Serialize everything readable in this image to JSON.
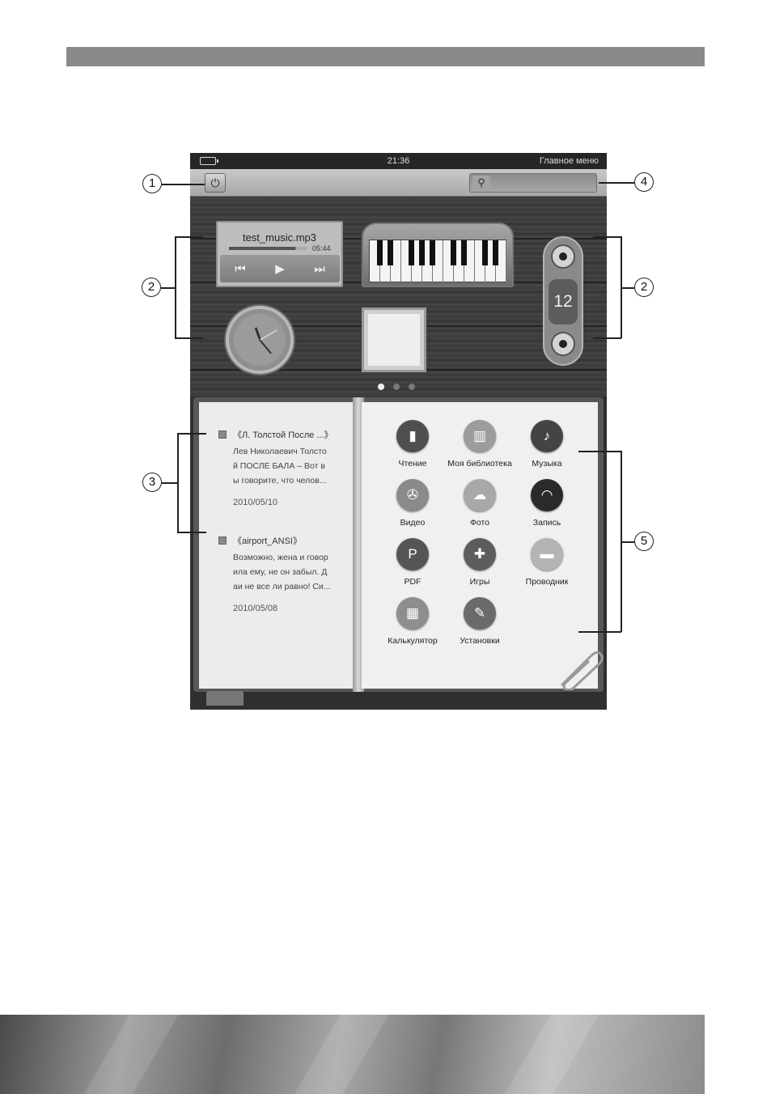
{
  "status": {
    "time": "21:36",
    "menu_title": "Главное меню"
  },
  "music": {
    "filename": "test_music.mp3",
    "elapsed": "05:44",
    "progress_fraction": 0.86
  },
  "counter": {
    "value": "12"
  },
  "pager": {
    "pages": 3,
    "active": 0
  },
  "recent_books": [
    {
      "title": "《Л. Толстой После ...》",
      "lines": [
        "Лев Николаевич Толсто",
        "й ПОСЛЕ БАЛА – Вот в",
        "ы говорите, что челов..."
      ],
      "date": "2010/05/10"
    },
    {
      "title": "《airport_ANSI》",
      "lines": [
        "Возможно, жена и говор",
        "ила ему, не он забыл. Д",
        "аи не все ли равно! Си..."
      ],
      "date": "2010/05/08"
    }
  ],
  "apps": [
    {
      "label": "Чтение",
      "icon": "reading-icon",
      "glyph": "▮",
      "color": "#4f4f4f"
    },
    {
      "label": "Моя библиотека",
      "icon": "library-icon",
      "glyph": "▥",
      "color": "#9c9c9c"
    },
    {
      "label": "Музыка",
      "icon": "music-note-icon",
      "glyph": "♪",
      "color": "#444444"
    },
    {
      "label": "Видео",
      "icon": "video-reel-icon",
      "glyph": "✇",
      "color": "#8a8a8a"
    },
    {
      "label": "Фото",
      "icon": "photo-icon",
      "glyph": "☁",
      "color": "#a8a8a8"
    },
    {
      "label": "Запись",
      "icon": "record-icon",
      "glyph": "◠",
      "color": "#2a2a2a"
    },
    {
      "label": "PDF",
      "icon": "pdf-icon",
      "glyph": "P",
      "color": "#555555"
    },
    {
      "label": "Игры",
      "icon": "games-icon",
      "glyph": "✚",
      "color": "#5d5d5d"
    },
    {
      "label": "Проводник",
      "icon": "folder-icon",
      "glyph": "▬",
      "color": "#b4b4b4"
    },
    {
      "label": "Калькулятор",
      "icon": "calculator-icon",
      "glyph": "▦",
      "color": "#8e8e8e"
    },
    {
      "label": "Установки",
      "icon": "settings-wrench-icon",
      "glyph": "✎",
      "color": "#6a6a6a"
    }
  ],
  "callouts": [
    "1",
    "2",
    "2",
    "3",
    "4",
    "5"
  ]
}
